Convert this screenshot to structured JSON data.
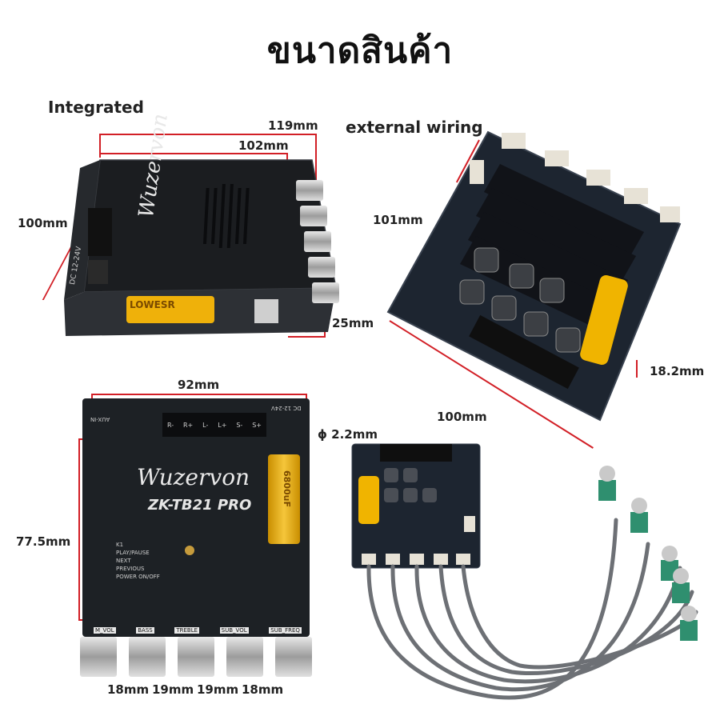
{
  "title": "ขนาดสินค้า",
  "labels": {
    "integrated": "Integrated",
    "external_wiring": "external wiring"
  },
  "dimensions": {
    "d119": "119mm",
    "d102": "102mm",
    "d100_left": "100mm",
    "d25": "25mm",
    "d101": "101mm",
    "d18_2": "18.2mm",
    "d100_right": "100mm",
    "d92": "92mm",
    "d77_5": "77.5mm",
    "d_phi": "ϕ 2.2mm",
    "bottom": [
      "18mm",
      "19mm",
      "19mm",
      "18mm"
    ]
  },
  "board": {
    "brand": "Wuzervon",
    "model": "ZK-TB21 PRO",
    "capacitor_text": "6800uF",
    "lowesr": "LOWESR",
    "side_text": "DC 12-24V",
    "aux": "AUX-IN",
    "pins": [
      "S+",
      "S-",
      "L+",
      "L-",
      "R+",
      "R-"
    ],
    "menu": [
      "K1",
      "PLAY/PAUSE",
      "NEXT",
      "PREVIOUS",
      "POWER ON/OFF"
    ],
    "knob_labels": [
      "M_VOL",
      "BASS",
      "TREBLE",
      "SUB_VOL",
      "SUB_FREQ"
    ]
  },
  "colors": {
    "accent": "#d21f26",
    "board": "#1d2125",
    "capacitor": "#f0b400"
  }
}
